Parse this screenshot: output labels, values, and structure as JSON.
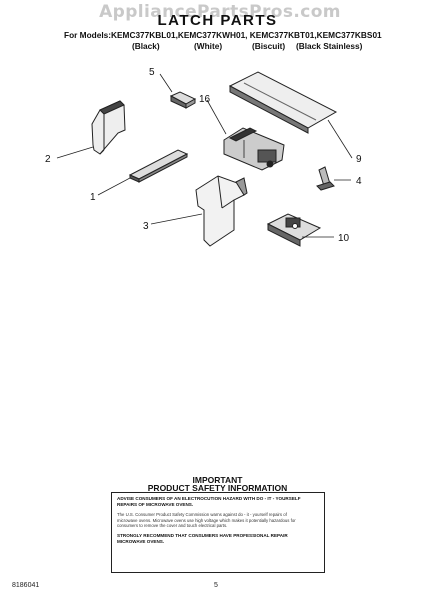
{
  "watermark": "AppliancePartsPros.com",
  "page_title": "LATCH PARTS",
  "models_line": "For Models:KEMC377KBL01,KEMC377KWH01, KEMC377KBT01,KEMC377KBS01",
  "colors": [
    "(Black)",
    "(White)",
    "(Biscuit)",
    "(Black Stainless)"
  ],
  "callouts": [
    "5",
    "16",
    "2",
    "1",
    "3",
    "9",
    "4",
    "10"
  ],
  "safety": {
    "heading1": "IMPORTANT",
    "heading2": "PRODUCT   SAFETY   INFORMATION",
    "p1_line1": "ADVISE CONSUMERS OF AN ELECTROCUTION HAZARD WITH DO - IT - YOURSELF",
    "p1_line2": "REPAIRS OF MICROWAVE OVENS.",
    "p2_line1": "The U.S. Consumer Product Safety Commission warns against do - it - yourself repairs of",
    "p2_line2": "microwave ovens. Microwave ovens use high voltage which makes it potentially hazardous for",
    "p2_line3": "consumers to remove the cover and touch electrical parts.",
    "p3_line1": "STRONGLY RECOMMEND THAT CONSUMERS HAVE PROFESSIONAL REPAIR",
    "p3_line2": "MICROWAVE OVENS."
  },
  "footer": {
    "doc_number": "8186041",
    "page_number": "5"
  }
}
